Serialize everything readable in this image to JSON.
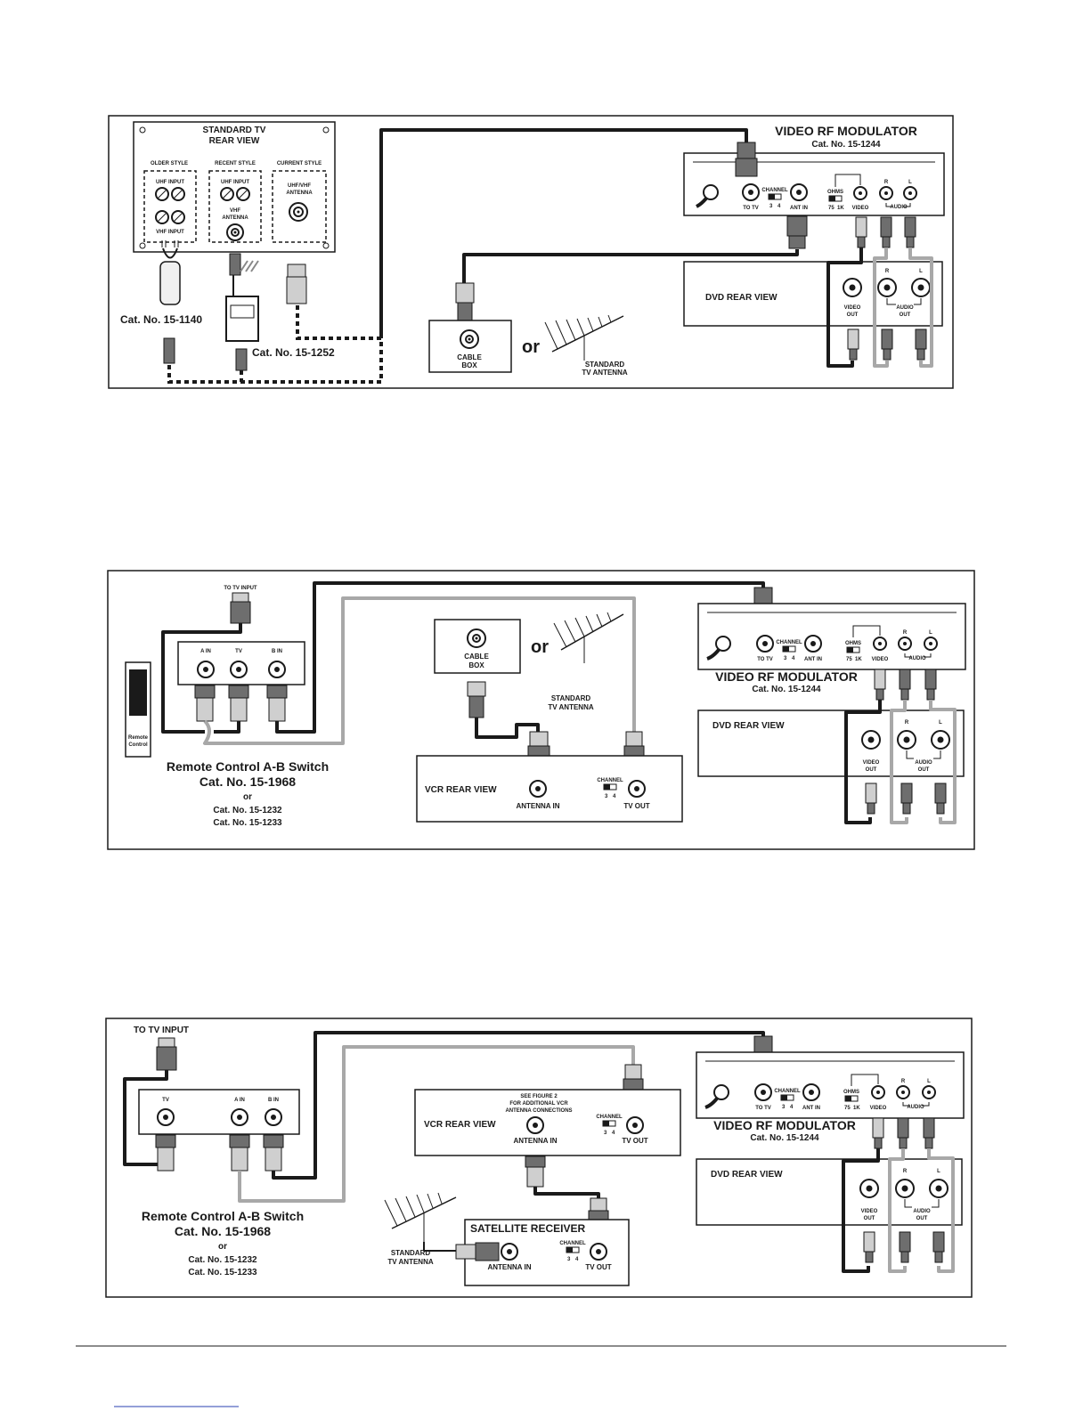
{
  "figure1": {
    "tv_title_line1": "STANDARD TV",
    "tv_title_line2": "REAR VIEW",
    "older_style": "OLDER STYLE",
    "recent_style": "RECENT STYLE",
    "current_style": "CURRENT STYLE",
    "uhf_input_1": "UHF INPUT",
    "vhf_input": "VHF INPUT",
    "uhf_input_2": "UHF INPUT",
    "vhf_antenna_line1": "VHF",
    "vhf_antenna_line2": "ANTENNA",
    "uhfvhf_line1": "UHF/VHF",
    "uhfvhf_line2": "ANTENNA",
    "cat_1140": "Cat. No. 15-1140",
    "cat_1252": "Cat. No. 15-1252",
    "modulator_title": "VIDEO RF MODULATOR",
    "modulator_cat": "Cat. No. 15-1244",
    "to_tv": "TO TV",
    "channel": "CHANNEL",
    "ch3": "3",
    "ch4": "4",
    "ant_in": "ANT IN",
    "ohms": "OHMS",
    "ohm75": "75",
    "ohm1k": "1K",
    "video": "VIDEO",
    "r": "R",
    "l": "L",
    "audio": "AUDIO",
    "dvd_title": "DVD REAR VIEW",
    "video_out_line1": "VIDEO",
    "video_out_line2": "OUT",
    "audio_out_line1": "AUDIO",
    "audio_out_line2": "OUT",
    "cable_box_line1": "CABLE",
    "cable_box_line2": "BOX",
    "or": "or",
    "standard_line1": "STANDARD",
    "standard_line2": "TV ANTENNA"
  },
  "figure2": {
    "to_tv_input": "TO TV INPUT",
    "a_in": "A IN",
    "tv": "TV",
    "b_in": "B IN",
    "remote_line1": "Remote",
    "remote_line2": "Control",
    "switch_title": "Remote Control A-B Switch",
    "switch_cat": "Cat. No. 15-1968",
    "or_small": "or",
    "cat_1232": "Cat. No. 15-1232",
    "cat_1233": "Cat. No. 15-1233",
    "cable_box_line1": "CABLE",
    "cable_box_line2": "BOX",
    "or": "or",
    "standard_line1": "STANDARD",
    "standard_line2": "TV ANTENNA",
    "vcr_title": "VCR REAR VIEW",
    "antenna_in": "ANTENNA IN",
    "tv_out": "TV OUT",
    "channel": "CHANNEL",
    "ch3": "3",
    "ch4": "4",
    "modulator_title": "VIDEO RF MODULATOR",
    "modulator_cat": "Cat. No. 15-1244",
    "to_tv": "TO TV",
    "ant_in": "ANT IN",
    "ohms": "OHMS",
    "ohm75": "75",
    "ohm1k": "1K",
    "video": "VIDEO",
    "r": "R",
    "l": "L",
    "audio": "AUDIO",
    "dvd_title": "DVD REAR VIEW",
    "video_out_line1": "VIDEO",
    "video_out_line2": "OUT",
    "audio_out_line1": "AUDIO",
    "audio_out_line2": "OUT"
  },
  "figure3": {
    "to_tv_input": "TO TV INPUT",
    "tv": "TV",
    "a_in": "A IN",
    "b_in": "B IN",
    "switch_title": "Remote Control A-B Switch",
    "switch_cat": "Cat. No. 15-1968",
    "or_small": "or",
    "cat_1232": "Cat. No. 15-1232",
    "cat_1233": "Cat. No. 15-1233",
    "see_fig_line1": "SEE FIGURE 2",
    "see_fig_line2": "FOR ADDITIONAL VCR",
    "see_fig_line3": "ANTENNA CONNECTIONS",
    "vcr_title": "VCR REAR VIEW",
    "antenna_in": "ANTENNA IN",
    "tv_out": "TV OUT",
    "channel": "CHANNEL",
    "ch3": "3",
    "ch4": "4",
    "sat_title": "SATELLITE RECEIVER",
    "sat_antenna_in": "ANTENNA IN",
    "sat_tv_out": "TV OUT",
    "standard_line1": "STANDARD",
    "standard_line2": "TV ANTENNA",
    "modulator_title": "VIDEO RF MODULATOR",
    "modulator_cat": "Cat. No. 15-1244",
    "to_tv": "TO TV",
    "ant_in": "ANT IN",
    "ohms": "OHMS",
    "ohm75": "75",
    "ohm1k": "1K",
    "video": "VIDEO",
    "r": "R",
    "l": "L",
    "audio": "AUDIO",
    "dvd_title": "DVD REAR VIEW",
    "video_out_line1": "VIDEO",
    "video_out_line2": "OUT",
    "audio_out_line1": "AUDIO",
    "audio_out_line2": "OUT"
  }
}
